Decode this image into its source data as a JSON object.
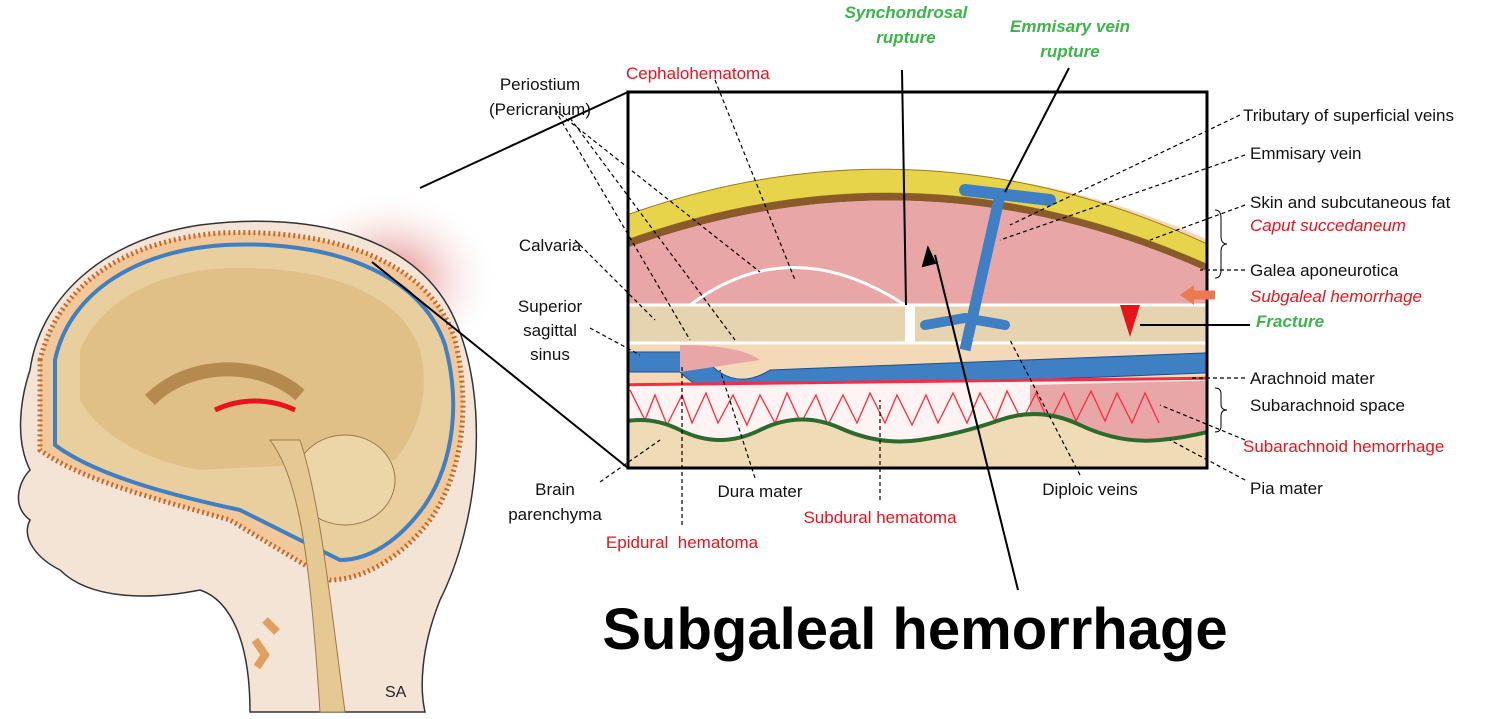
{
  "title": "Subgaleal hemorrhage",
  "signature": "SA",
  "labels": {
    "periostium": "Periostium",
    "pericranium": "(Pericranium)",
    "cephalohematoma": "Cephalohematoma",
    "synchondrosal_1": "Synchondrosal",
    "synchondrosal_2": "rupture",
    "emmisary_rupture_1": "Emmisary vein",
    "emmisary_rupture_2": "rupture",
    "tributary": "Tributary of superficial veins",
    "emmisary_vein": "Emmisary vein",
    "skin": "Skin and subcutaneous fat",
    "caput": "Caput succedaneum",
    "galea": "Galea aponeurotica",
    "subgaleal": "Subgaleal hemorrhage",
    "fracture": "Fracture",
    "arachnoid": "Arachnoid mater",
    "subarachnoid_space": "Subarachnoid space",
    "subarachnoid_hemorrhage": "Subarachnoid hemorrhage",
    "pia": "Pia mater",
    "calvaria": "Calvaria",
    "sinus_1": "Superior",
    "sinus_2": "sagittal",
    "sinus_3": "sinus",
    "brain_1": "Brain",
    "brain_2": "parenchyma",
    "dura": "Dura mater",
    "epidural": "Epidural  hematoma",
    "subdural": "Subdural hematoma",
    "diploic": "Diploic veins"
  },
  "colors": {
    "red_label": "#e8141c",
    "green_label": "#3cb44a",
    "vein": "#3f7fc4",
    "hemorrhage": "#d98080"
  }
}
